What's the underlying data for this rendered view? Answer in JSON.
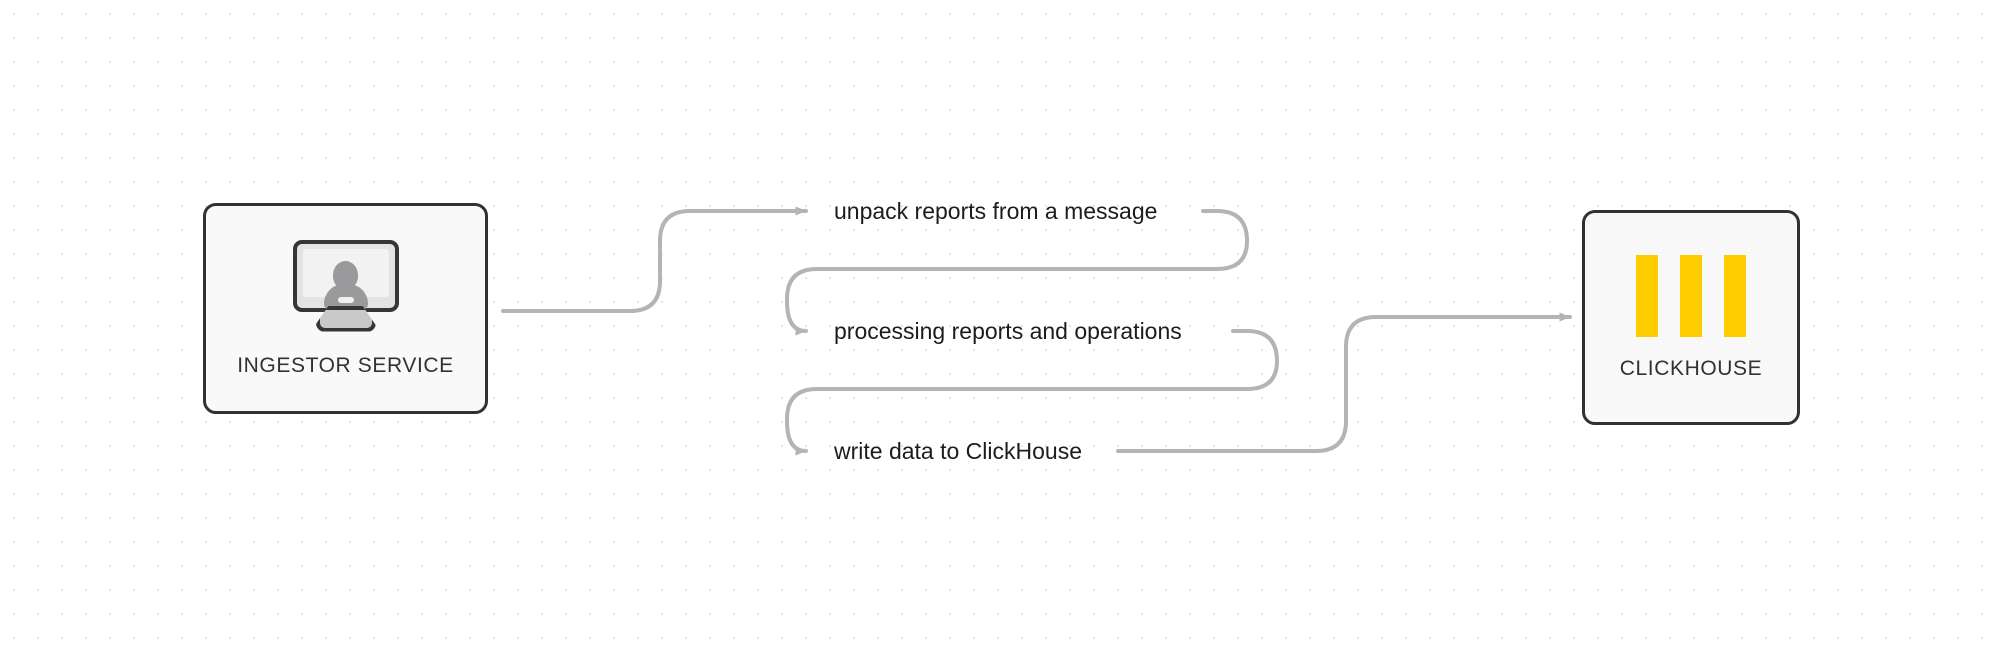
{
  "diagram": {
    "title": "Ingestor service to ClickHouse flow",
    "background": {
      "color": "#ffffff",
      "dot_color": "#e4e3e6",
      "dot_spacing": 24
    },
    "nodes": [
      {
        "id": "ingestor",
        "label": "INGESTOR SERVICE",
        "icon": "monitor-user-icon",
        "border_color": "#2f3234",
        "fill_color": "#f8f9f8"
      },
      {
        "id": "clickhouse",
        "label": "CLICKHOUSE",
        "icon": "clickhouse-bars-icon",
        "border_color": "#2f3234",
        "fill_color": "#f8f9f8",
        "accent_color": "#ffcc00"
      }
    ],
    "edges": [
      {
        "id": "edge-0",
        "label": "unpack reports from a message"
      },
      {
        "id": "edge-1",
        "label": "processing reports and operations"
      },
      {
        "id": "edge-2",
        "label": "write data to ClickHouse"
      }
    ],
    "edge_style": {
      "color": "#b4b4b4",
      "width": 4,
      "arrow_color": "#b4b4b4"
    }
  }
}
